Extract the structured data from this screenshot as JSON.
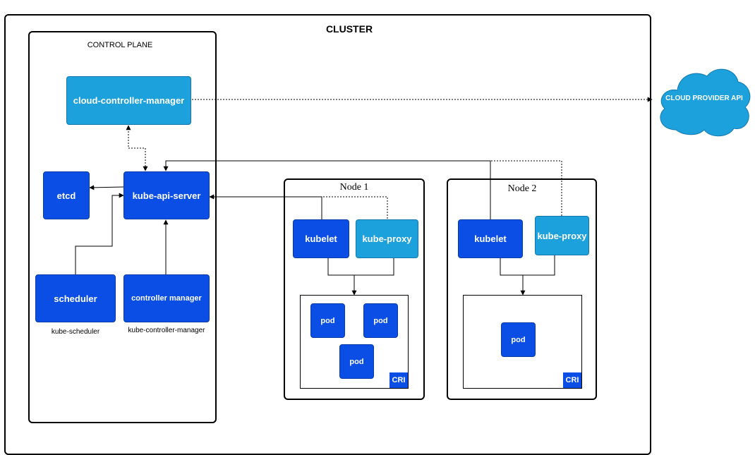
{
  "cluster": {
    "title": "CLUSTER"
  },
  "control_plane": {
    "title": "CONTROL PLANE",
    "cloud_controller_manager": "cloud-controller-manager",
    "etcd": "etcd",
    "kube_api_server": "kube-api-server",
    "scheduler": "scheduler",
    "scheduler_caption": "kube-scheduler",
    "controller_manager": "controller manager",
    "controller_manager_caption": "kube-controller-manager"
  },
  "cloud_provider": {
    "label": "CLOUD PROVIDER API"
  },
  "nodes": [
    {
      "title": "Node 1",
      "kubelet": "kubelet",
      "kube_proxy": "kube-proxy",
      "pods": [
        "pod",
        "pod",
        "pod"
      ],
      "cri": "CRI"
    },
    {
      "title": "Node 2",
      "kubelet": "kubelet",
      "kube_proxy": "kube-proxy",
      "pods": [
        "pod"
      ],
      "cri": "CRI"
    }
  ],
  "colors": {
    "dark_blue": "#0b4ee5",
    "light_blue": "#1da1dc"
  }
}
